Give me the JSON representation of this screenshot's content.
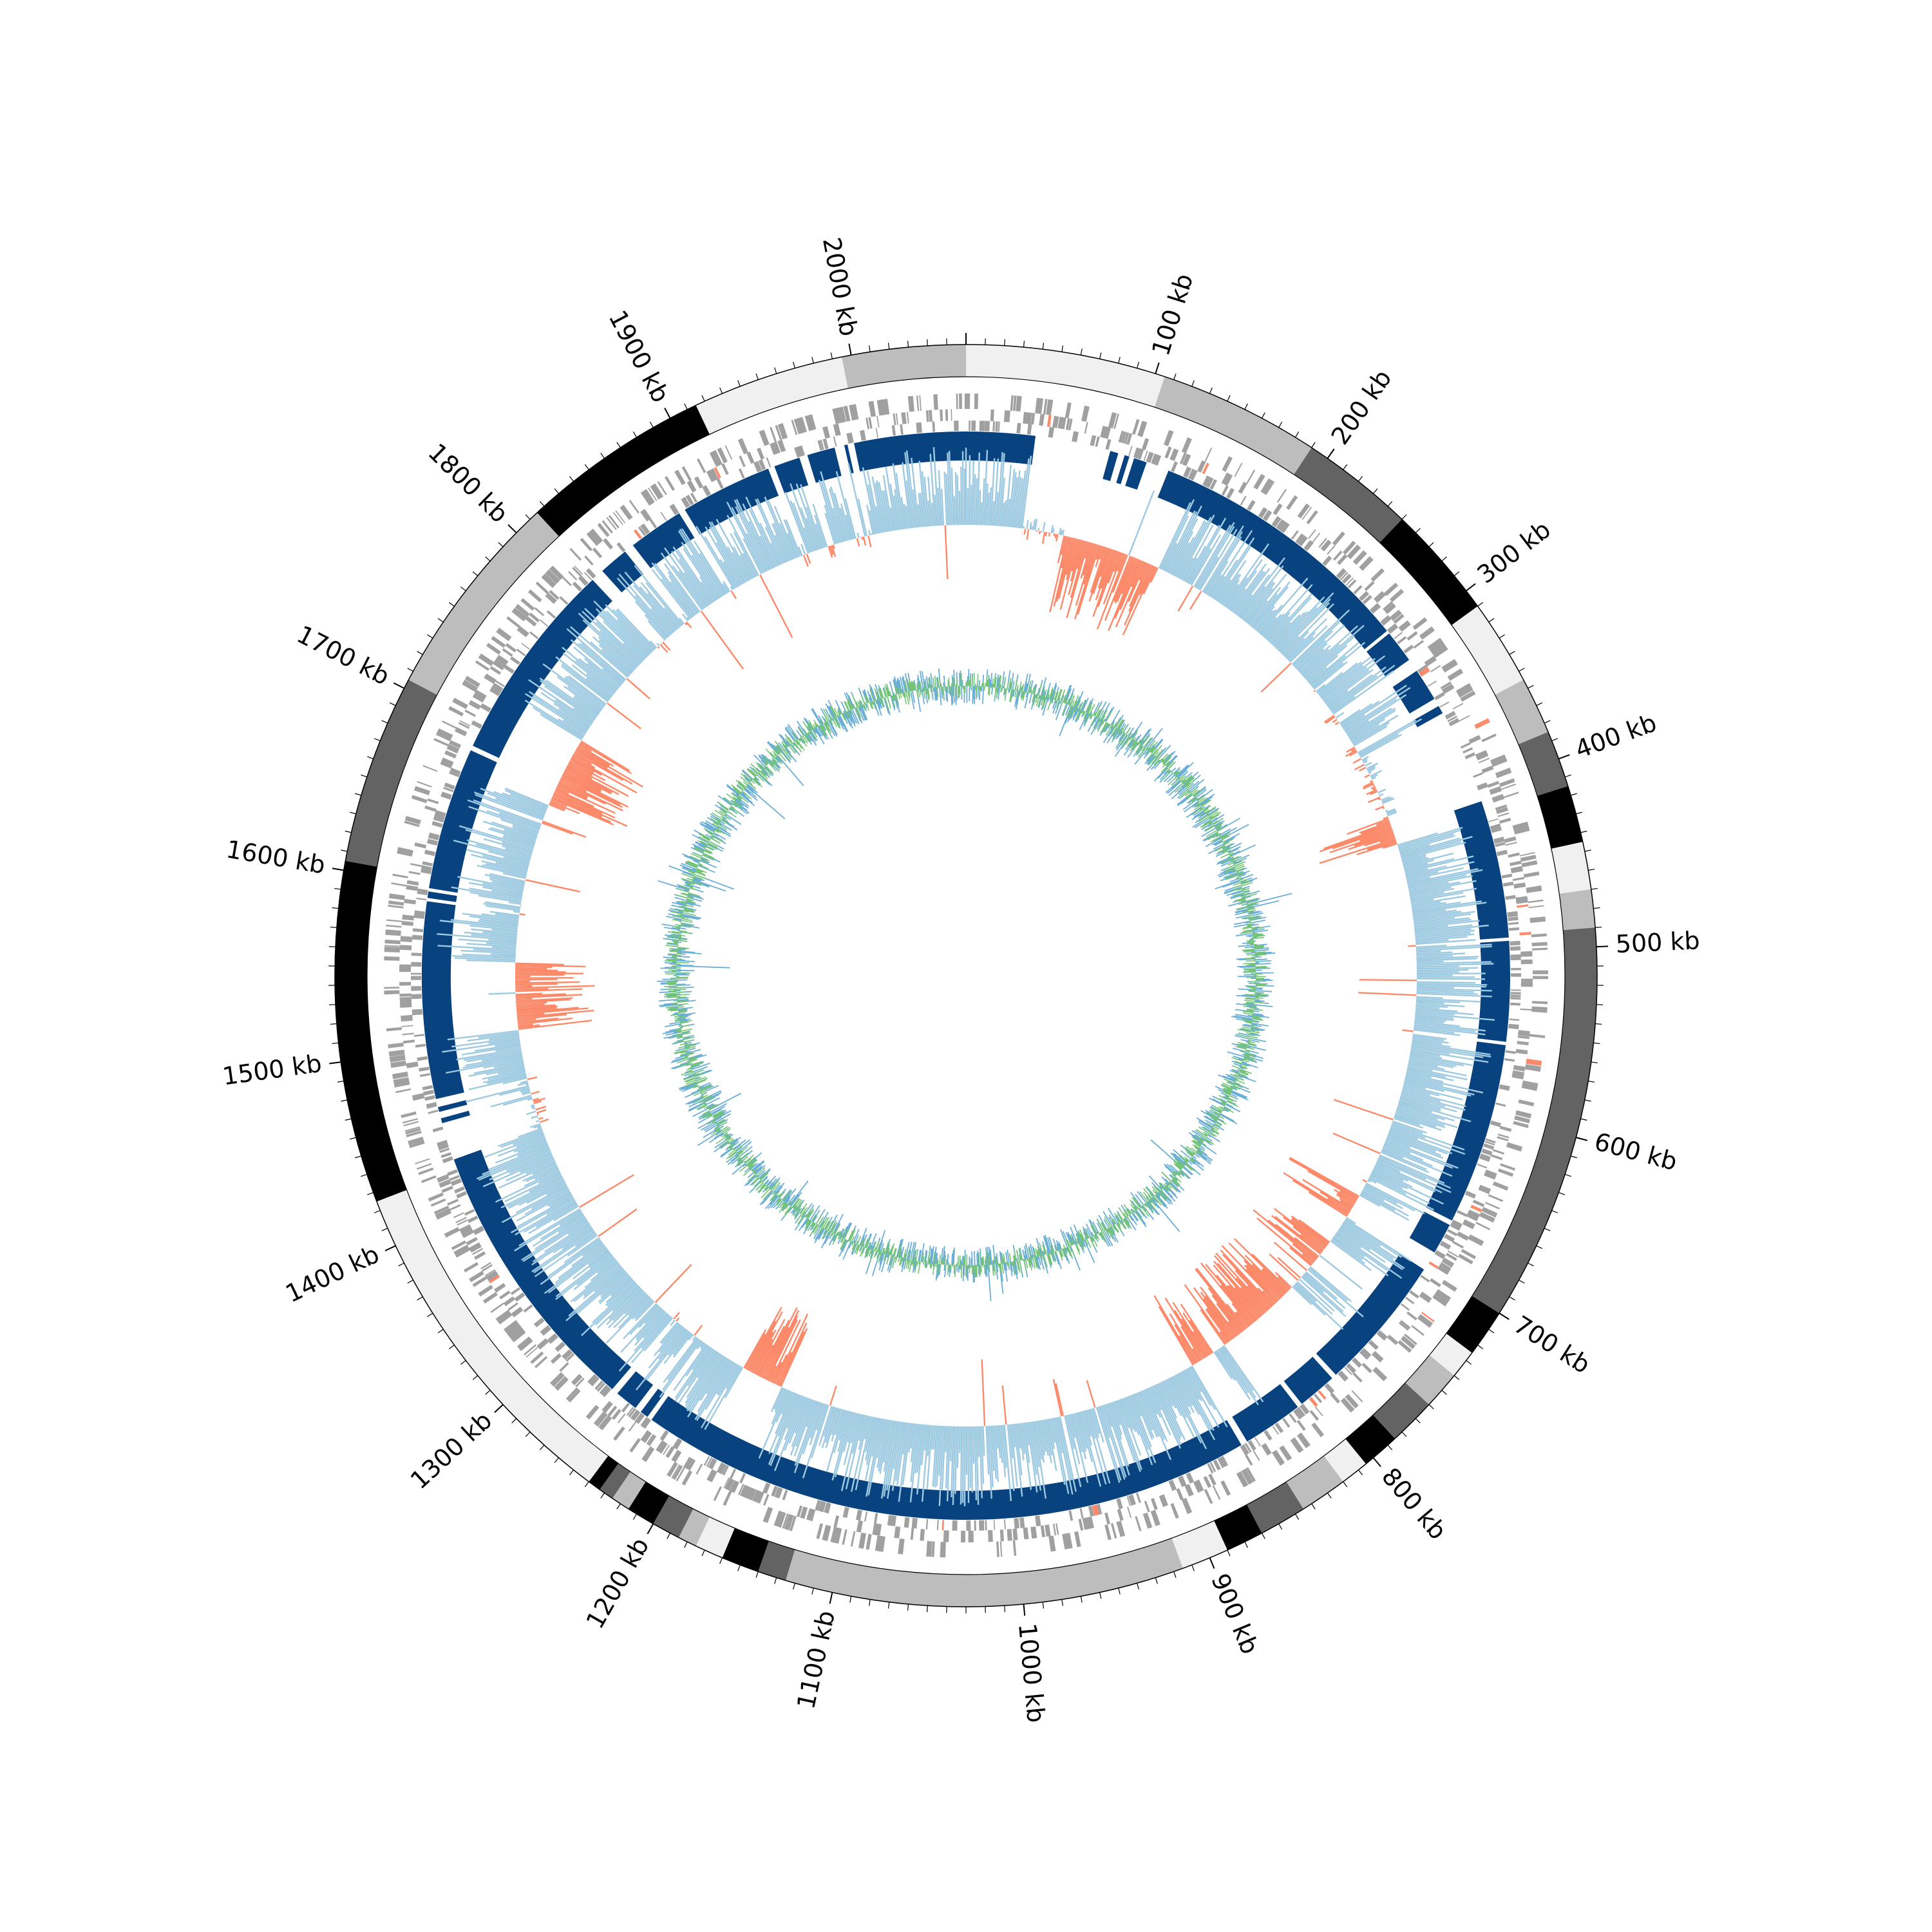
{
  "plot": {
    "type": "circular-genome",
    "genome_length_kb": 2060,
    "start_angle_deg": 0,
    "direction": "clockwise",
    "major_ticks": [
      {
        "kb": 100,
        "label": "100 kb"
      },
      {
        "kb": 200,
        "label": "200 kb"
      },
      {
        "kb": 300,
        "label": "300 kb"
      },
      {
        "kb": 400,
        "label": "400 kb"
      },
      {
        "kb": 500,
        "label": "500 kb"
      },
      {
        "kb": 600,
        "label": "600 kb"
      },
      {
        "kb": 700,
        "label": "700 kb"
      },
      {
        "kb": 800,
        "label": "800 kb"
      },
      {
        "kb": 900,
        "label": "900 kb"
      },
      {
        "kb": 1000,
        "label": "1000 kb"
      },
      {
        "kb": 1100,
        "label": "1100 kb"
      },
      {
        "kb": 1200,
        "label": "1200 kb"
      },
      {
        "kb": 1300,
        "label": "1300 kb"
      },
      {
        "kb": 1400,
        "label": "1400 kb"
      },
      {
        "kb": 1500,
        "label": "1500 kb"
      },
      {
        "kb": 1600,
        "label": "1600 kb"
      },
      {
        "kb": 1700,
        "label": "1700 kb"
      },
      {
        "kb": 1800,
        "label": "1800 kb"
      },
      {
        "kb": 1900,
        "label": "1900 kb"
      },
      {
        "kb": 2000,
        "label": "2000 kb"
      }
    ],
    "minor_tick_every_kb": 10,
    "contig_segments": [
      {
        "start": 0,
        "end": 105,
        "shade": "#f0f0f0"
      },
      {
        "start": 105,
        "end": 190,
        "shade": "#bdbdbd"
      },
      {
        "start": 190,
        "end": 250,
        "shade": "#636363"
      },
      {
        "start": 250,
        "end": 310,
        "shade": "#000000"
      },
      {
        "start": 310,
        "end": 355,
        "shade": "#f0f0f0"
      },
      {
        "start": 355,
        "end": 385,
        "shade": "#bdbdbd"
      },
      {
        "start": 385,
        "end": 415,
        "shade": "#636363"
      },
      {
        "start": 415,
        "end": 445,
        "shade": "#000000"
      },
      {
        "start": 445,
        "end": 470,
        "shade": "#f0f0f0"
      },
      {
        "start": 470,
        "end": 490,
        "shade": "#bdbdbd"
      },
      {
        "start": 490,
        "end": 700,
        "shade": "#636363"
      },
      {
        "start": 700,
        "end": 725,
        "shade": "#000000"
      },
      {
        "start": 725,
        "end": 740,
        "shade": "#f0f0f0"
      },
      {
        "start": 740,
        "end": 760,
        "shade": "#bdbdbd"
      },
      {
        "start": 760,
        "end": 785,
        "shade": "#636363"
      },
      {
        "start": 785,
        "end": 805,
        "shade": "#000000"
      },
      {
        "start": 805,
        "end": 820,
        "shade": "#f0f0f0"
      },
      {
        "start": 820,
        "end": 845,
        "shade": "#bdbdbd"
      },
      {
        "start": 845,
        "end": 870,
        "shade": "#636363"
      },
      {
        "start": 870,
        "end": 890,
        "shade": "#000000"
      },
      {
        "start": 890,
        "end": 915,
        "shade": "#f0f0f0"
      },
      {
        "start": 915,
        "end": 1125,
        "shade": "#bdbdbd"
      },
      {
        "start": 1125,
        "end": 1140,
        "shade": "#636363"
      },
      {
        "start": 1140,
        "end": 1160,
        "shade": "#000000"
      },
      {
        "start": 1160,
        "end": 1175,
        "shade": "#f0f0f0"
      },
      {
        "start": 1175,
        "end": 1185,
        "shade": "#bdbdbd"
      },
      {
        "start": 1185,
        "end": 1200,
        "shade": "#636363"
      },
      {
        "start": 1200,
        "end": 1215,
        "shade": "#000000"
      },
      {
        "start": 1215,
        "end": 1225,
        "shade": "#bdbdbd"
      },
      {
        "start": 1225,
        "end": 1233,
        "shade": "#636363"
      },
      {
        "start": 1233,
        "end": 1240,
        "shade": "#000000"
      },
      {
        "start": 1240,
        "end": 1425,
        "shade": "#f0f0f0"
      },
      {
        "start": 1425,
        "end": 1605,
        "shade": "#000000"
      },
      {
        "start": 1605,
        "end": 1705,
        "shade": "#636363"
      },
      {
        "start": 1705,
        "end": 1815,
        "shade": "#bdbdbd"
      },
      {
        "start": 1815,
        "end": 1915,
        "shade": "#000000"
      },
      {
        "start": 1915,
        "end": 1995,
        "shade": "#f0f0f0"
      },
      {
        "start": 1995,
        "end": 2060,
        "shade": "#bdbdbd"
      }
    ],
    "homology_blocks": [
      {
        "start": 0,
        "end": 42
      },
      {
        "start": 88,
        "end": 93
      },
      {
        "start": 97,
        "end": 100
      },
      {
        "start": 103,
        "end": 111
      },
      {
        "start": 125,
        "end": 290
      },
      {
        "start": 292,
        "end": 312
      },
      {
        "start": 320,
        "end": 340
      },
      {
        "start": 345,
        "end": 350
      },
      {
        "start": 408,
        "end": 492
      },
      {
        "start": 494,
        "end": 555
      },
      {
        "start": 557,
        "end": 668
      },
      {
        "start": 671,
        "end": 690
      },
      {
        "start": 702,
        "end": 785
      },
      {
        "start": 788,
        "end": 812
      },
      {
        "start": 815,
        "end": 852
      },
      {
        "start": 856,
        "end": 1232
      },
      {
        "start": 1235,
        "end": 1240
      },
      {
        "start": 1244,
        "end": 1258
      },
      {
        "start": 1262,
        "end": 1432
      },
      {
        "start": 1455,
        "end": 1458
      },
      {
        "start": 1462,
        "end": 1465
      },
      {
        "start": 1470,
        "end": 1590
      },
      {
        "start": 1592,
        "end": 1596
      },
      {
        "start": 1598,
        "end": 1685
      },
      {
        "start": 1688,
        "end": 1812
      },
      {
        "start": 1820,
        "end": 1838
      },
      {
        "start": 1844,
        "end": 1878
      },
      {
        "start": 1882,
        "end": 1938
      },
      {
        "start": 1942,
        "end": 1958
      },
      {
        "start": 1963,
        "end": 1980
      },
      {
        "start": 1986,
        "end": 1988
      },
      {
        "start": 1992,
        "end": 2060
      }
    ],
    "orange_regions": [
      {
        "start": 72,
        "end": 145
      },
      {
        "start": 398,
        "end": 418
      },
      {
        "start": 682,
        "end": 700
      },
      {
        "start": 722,
        "end": 745
      },
      {
        "start": 765,
        "end": 830
      },
      {
        "start": 840,
        "end": 858
      },
      {
        "start": 1168,
        "end": 1200
      },
      {
        "start": 1505,
        "end": 1555
      },
      {
        "start": 1672,
        "end": 1725
      }
    ],
    "colors": {
      "homology": "#08427f",
      "signal_positive": "#9ecae1",
      "signal_negative": "#fb8a6a",
      "gc_content": "#6baed6",
      "gc_skew": "#74c476",
      "gene_marks": "#a0a0a0",
      "gene_highlight": "#fb8a6a"
    }
  }
}
